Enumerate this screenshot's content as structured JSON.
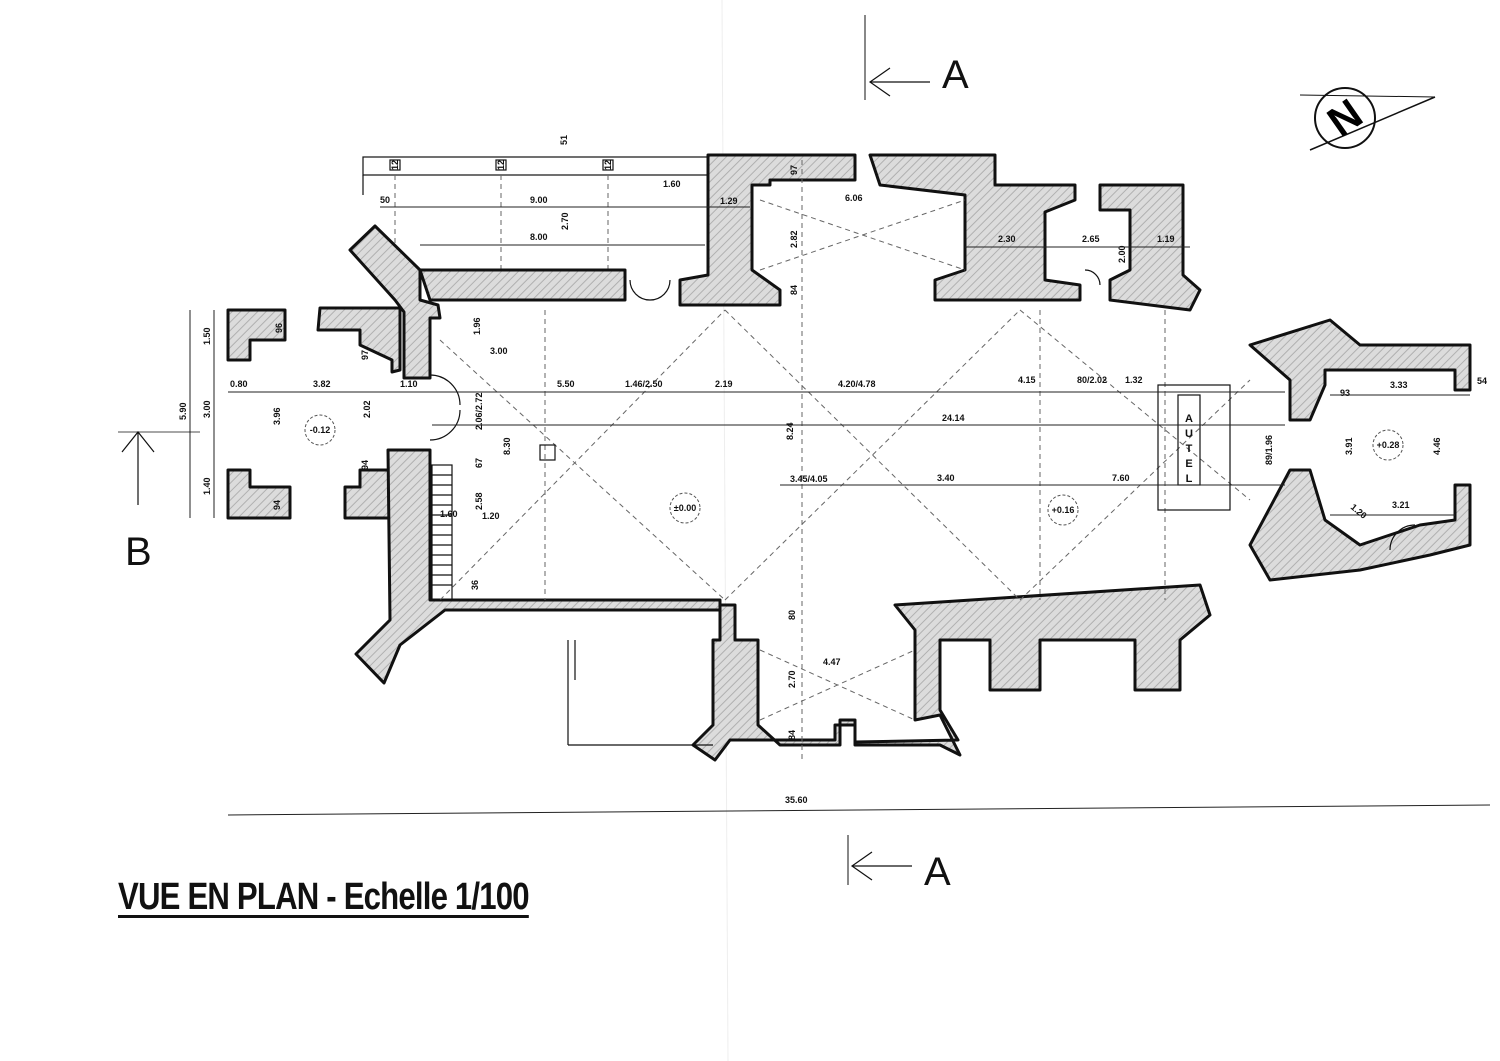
{
  "title": "VUE EN PLAN - Echelle 1/100",
  "north_label": "N",
  "section_markers": {
    "a_top": "A",
    "a_bottom": "A",
    "b_left": "B"
  },
  "altar_label": [
    "A",
    "U",
    "T",
    "E",
    "L"
  ],
  "levels": {
    "porch": "-0.12",
    "nave": "±0.00",
    "choir": "+0.16",
    "apse": "+0.28"
  },
  "dimensions": {
    "overall_length": "35.60",
    "axis_length": "24.14",
    "nave_width": "8.24",
    "porch_width": "5.90",
    "porch_side_top": "1.50",
    "porch_mid": "3.00",
    "porch_side_bottom": "1.40",
    "porch_left": "0.80",
    "porch_length": "3.82",
    "porch_right": "1.10",
    "porch_inner_height": "3.96",
    "porch_door": "2.02",
    "porch_wall_top": "96",
    "porch_wall_mid": "97",
    "porch_wall_low": "94",
    "porch_wall_bottom": "94",
    "galerie_a": "50",
    "galerie_b": "9.00",
    "galerie_c": "8.00",
    "galerie_d": "2.70",
    "galerie_e": "1.60",
    "galerie_f": "1.29",
    "galerie_g": "51",
    "post_1": "12",
    "post_2": "12",
    "post_3": "12",
    "chapel_n_width": "6.06",
    "chapel_n_depth": "2.82",
    "chapel_n_wall": "97",
    "chapel_n_wall_b": "84",
    "sacristy_left": "2.30",
    "sacristy_width": "2.65",
    "sacristy_right": "1.19",
    "sacristy_depth": "2.00",
    "nave_1": "3.00",
    "nave_2": "5.50",
    "nave_3": "1.46/2.50",
    "nave_4": "2.19",
    "nave_5": "4.20/4.78",
    "nave_6": "4.15",
    "nave_7": "80/2.02",
    "nave_8": "1.32",
    "nave_9": "3.45/4.05",
    "nave_10": "3.40",
    "nave_11": "7.60",
    "nave_12": "1.96",
    "nave_13": "2.06/2.72",
    "nave_14": "8.30",
    "nave_15": "67",
    "nave_16": "2.58",
    "stair_1": "1.60",
    "stair_2": "1.20",
    "stair_3": "36",
    "choir_step": "89/1.96",
    "apse_width": "3.33",
    "apse_wall": "54",
    "apse_depth": "3.91",
    "apse_height": "4.46",
    "apse_diag": "93",
    "apse_low": "3.21",
    "apse_low_b": "1.20",
    "chapel_s_width": "4.47",
    "chapel_s_depth": "2.70",
    "chapel_s_wall": "80",
    "chapel_s_wall_b": "84"
  }
}
